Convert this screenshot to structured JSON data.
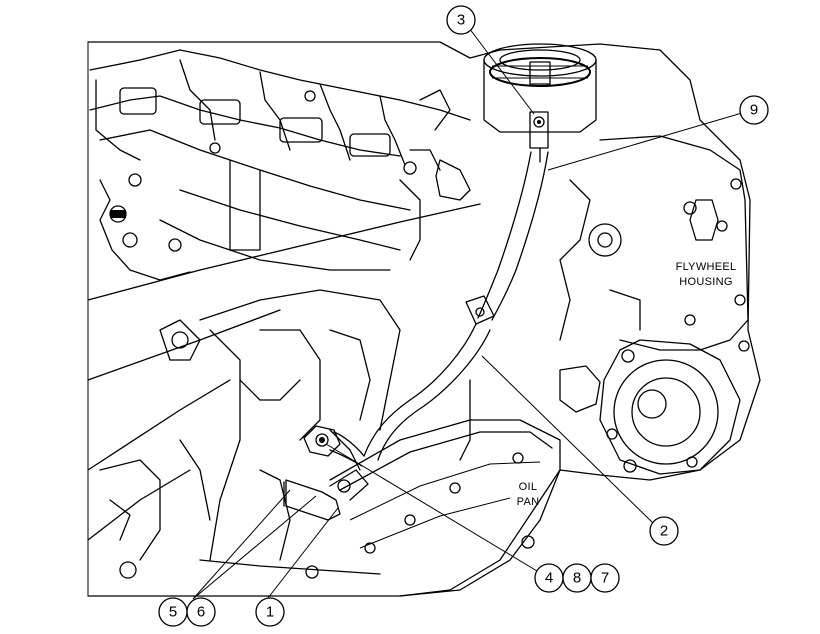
{
  "labels": {
    "flywheel_line1": "FLYWHEEL",
    "flywheel_line2": "HOUSING",
    "oilpan_line1": "OIL",
    "oilpan_line2": "PAN"
  },
  "callouts": {
    "c3": "3",
    "c9": "9",
    "c2": "2",
    "c4": "4",
    "c8": "8",
    "c7": "7",
    "c5": "5",
    "c6": "6",
    "c1": "1"
  }
}
